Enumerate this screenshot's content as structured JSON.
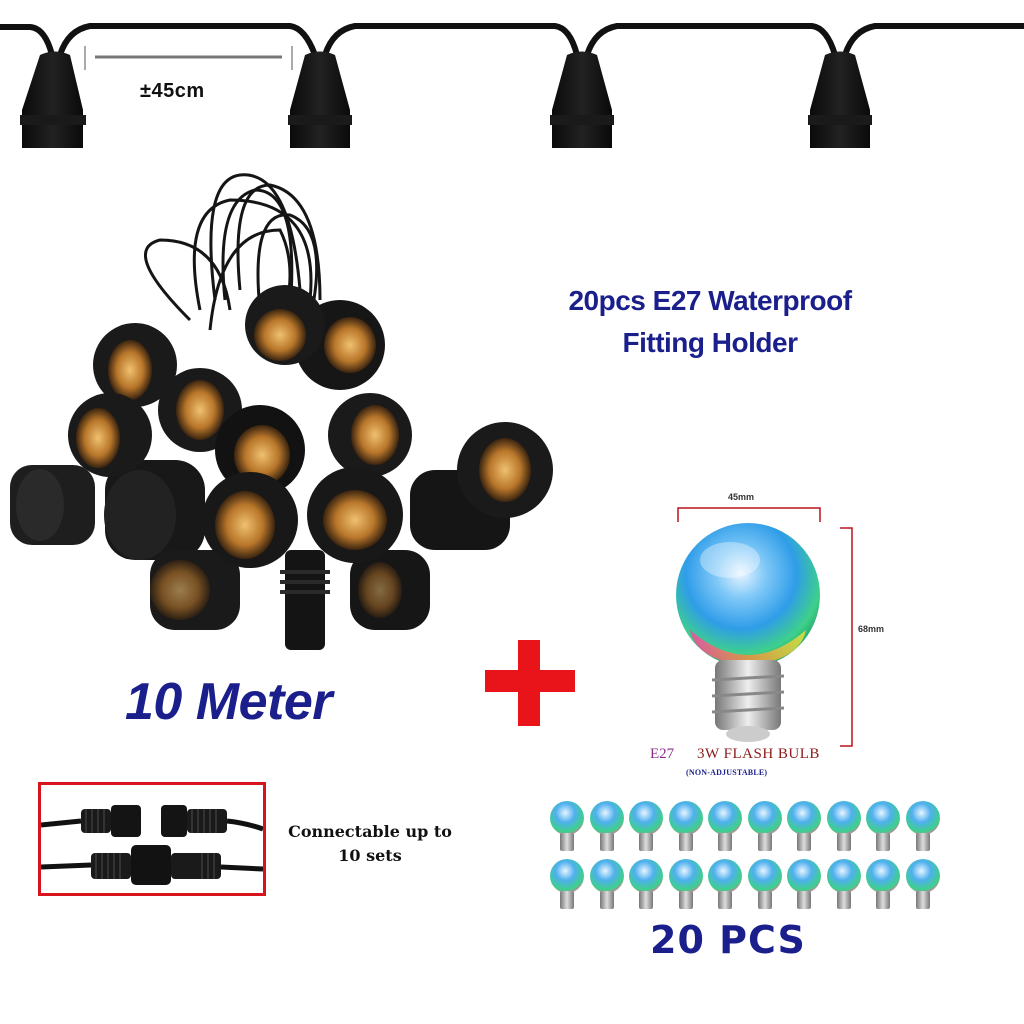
{
  "top_strip": {
    "spacing_label": "±45cm",
    "socket_count_shown": 4
  },
  "headline": {
    "line1": "20pcs E27 Waterproof",
    "line2": "Fitting Holder"
  },
  "length_label": "10 Meter",
  "connector": {
    "caption_line1": "Connectable up to",
    "caption_line2": "10 sets"
  },
  "bulb": {
    "width_label": "45mm",
    "height_label": "68mm",
    "base_label": "E27",
    "name_label": "3W FLASH BULB",
    "note_label": "(NON-ADJUSTABLE)"
  },
  "bulb_grid": {
    "rows": 2,
    "cols": 10,
    "quantity_label": "20 PCS"
  },
  "colors": {
    "brand_blue": "#1a1f8c",
    "accent_red": "#e8141a",
    "cable_black": "#111111",
    "socket_brass": "#c8872e"
  }
}
